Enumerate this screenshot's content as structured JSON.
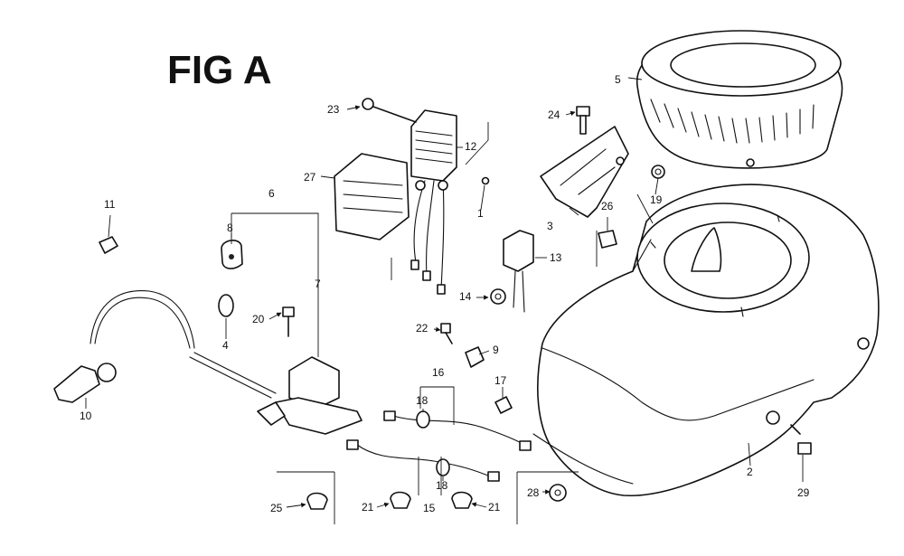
{
  "figure_title": "FIG A",
  "callouts": [
    "1",
    "2",
    "3",
    "4",
    "5",
    "6",
    "7",
    "8",
    "9",
    "10",
    "11",
    "12",
    "13",
    "14",
    "15",
    "16",
    "17",
    "18",
    "18",
    "19",
    "20",
    "21",
    "21",
    "22",
    "23",
    "24",
    "25",
    "26",
    "27",
    "28",
    "29"
  ]
}
